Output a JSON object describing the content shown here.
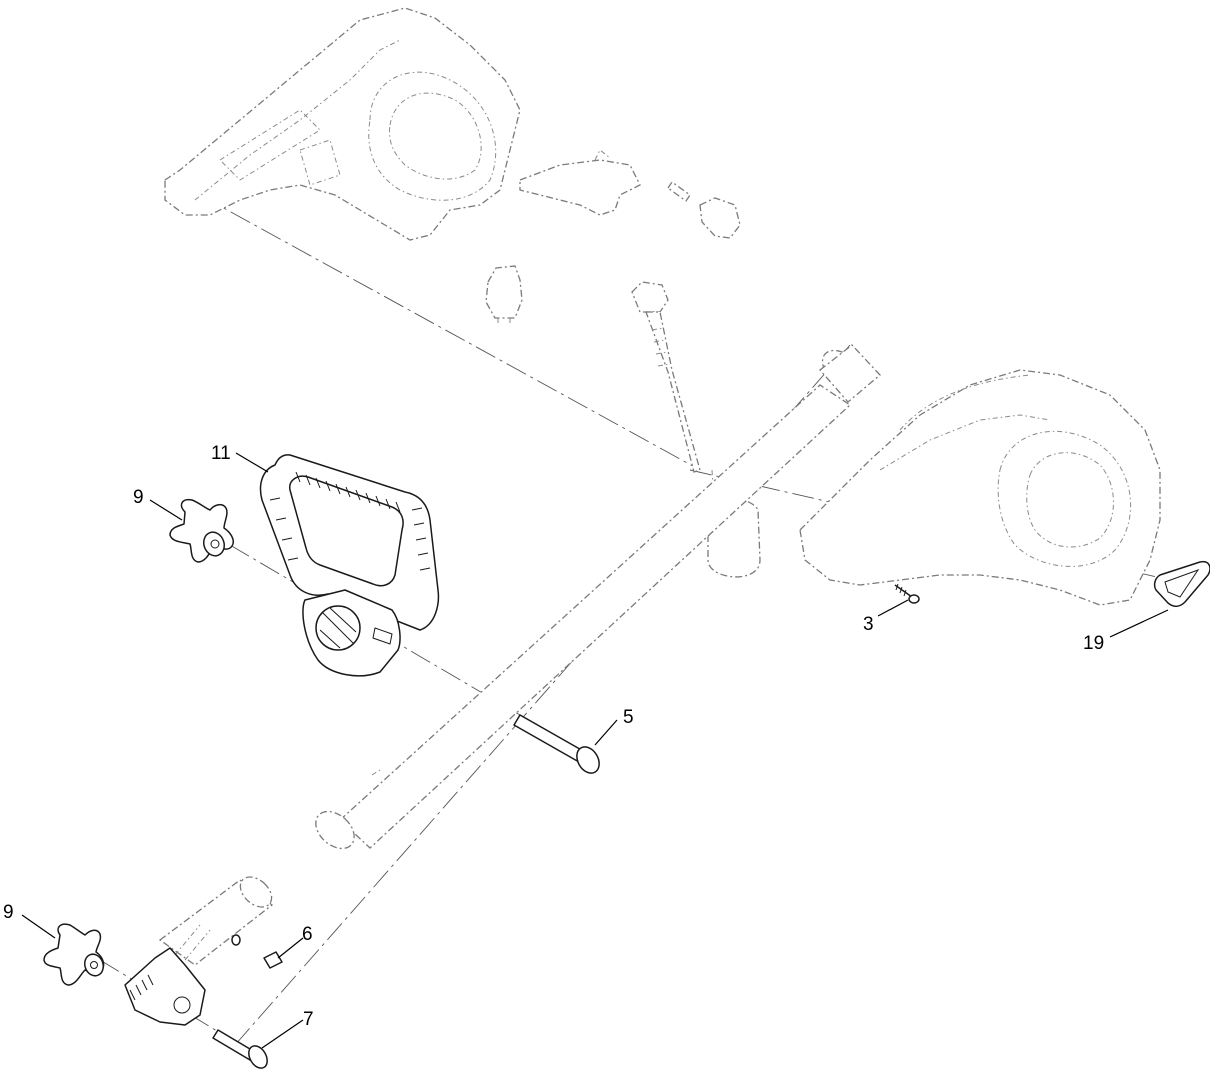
{
  "diagram": {
    "callouts": {
      "part_3": "3",
      "part_5": "5",
      "part_6": "6",
      "part_7": "7",
      "part_9_upper": "9",
      "part_9_lower": "9",
      "part_11": "11",
      "part_19": "19"
    }
  }
}
